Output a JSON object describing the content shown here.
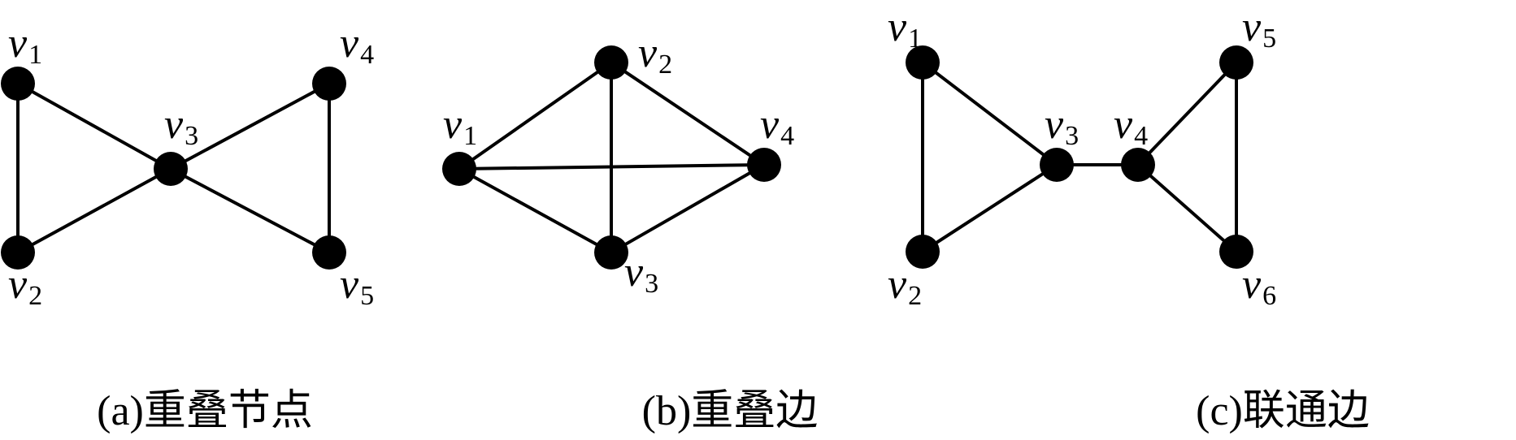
{
  "colors": {
    "stroke": "#000000",
    "node": "#000000",
    "background": "#ffffff"
  },
  "panels": [
    {
      "id": "a",
      "caption": "(a)重叠节点",
      "nodes": [
        {
          "id": "a-v1",
          "letter": "v",
          "sub": "1"
        },
        {
          "id": "a-v2",
          "letter": "v",
          "sub": "2"
        },
        {
          "id": "a-v3",
          "letter": "v",
          "sub": "3"
        },
        {
          "id": "a-v4",
          "letter": "v",
          "sub": "4"
        },
        {
          "id": "a-v5",
          "letter": "v",
          "sub": "5"
        }
      ],
      "edges": [
        [
          "a-v1",
          "a-v2"
        ],
        [
          "a-v1",
          "a-v3"
        ],
        [
          "a-v2",
          "a-v3"
        ],
        [
          "a-v3",
          "a-v4"
        ],
        [
          "a-v3",
          "a-v5"
        ],
        [
          "a-v4",
          "a-v5"
        ]
      ]
    },
    {
      "id": "b",
      "caption": "(b)重叠边",
      "nodes": [
        {
          "id": "b-v1",
          "letter": "v",
          "sub": "1"
        },
        {
          "id": "b-v2",
          "letter": "v",
          "sub": "2"
        },
        {
          "id": "b-v3",
          "letter": "v",
          "sub": "3"
        },
        {
          "id": "b-v4",
          "letter": "v",
          "sub": "4"
        }
      ],
      "edges": [
        [
          "b-v1",
          "b-v2"
        ],
        [
          "b-v1",
          "b-v3"
        ],
        [
          "b-v1",
          "b-v4"
        ],
        [
          "b-v2",
          "b-v3"
        ],
        [
          "b-v2",
          "b-v4"
        ],
        [
          "b-v3",
          "b-v4"
        ]
      ]
    },
    {
      "id": "c",
      "caption": "(c)联通边",
      "nodes": [
        {
          "id": "c-v1",
          "letter": "v",
          "sub": "1"
        },
        {
          "id": "c-v2",
          "letter": "v",
          "sub": "2"
        },
        {
          "id": "c-v3",
          "letter": "v",
          "sub": "3"
        },
        {
          "id": "c-v4",
          "letter": "v",
          "sub": "4"
        },
        {
          "id": "c-v5",
          "letter": "v",
          "sub": "5"
        },
        {
          "id": "c-v6",
          "letter": "v",
          "sub": "6"
        }
      ],
      "edges": [
        [
          "c-v1",
          "c-v2"
        ],
        [
          "c-v1",
          "c-v3"
        ],
        [
          "c-v2",
          "c-v3"
        ],
        [
          "c-v3",
          "c-v4"
        ],
        [
          "c-v4",
          "c-v5"
        ],
        [
          "c-v4",
          "c-v6"
        ],
        [
          "c-v5",
          "c-v6"
        ]
      ]
    }
  ]
}
